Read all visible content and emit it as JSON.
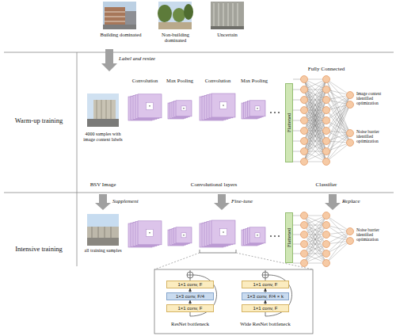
{
  "diagram": {
    "nodes": [
      {
        "text": [
          "Flattened"
        ]
      },
      {
        "text": [
          "Flattened"
        ]
      },
      {
        "text": [
          "1×1 conv, F"
        ]
      },
      {
        "text": [
          "1×3 conv, F/4"
        ]
      },
      {
        "text": [
          "1×1 conv, F"
        ]
      },
      {
        "text": [
          "1×1 conv, F"
        ]
      },
      {
        "text": [
          "1×3 conv, F/4 × k"
        ]
      },
      {
        "text": [
          "1×1 conv, F"
        ]
      }
    ],
    "edges": [
      {
        "from": 4,
        "to": 3,
        "arrow": "to"
      },
      {
        "from": 3,
        "to": 2,
        "arrow": "to"
      },
      {
        "from": 7,
        "to": 6,
        "arrow": "to"
      },
      {
        "from": 6,
        "to": 5,
        "arrow": "to"
      }
    ],
    "labels": [
      "Building dominated",
      "Non-building dominated",
      "Uncertain",
      "Warm-up training",
      "Intensive training",
      "Label and resize",
      "Convolution",
      "Max Pooling",
      "Convolution",
      "Max Pooling",
      "Fully Connected",
      "4000 samples with image context labels",
      "Image context identified optimization",
      "Noise barrier identified optimization",
      "BSV Image",
      "Convolutional layers",
      "Classifier",
      "Supplement",
      "Fine-tune",
      "Replace",
      "all training samples",
      "Noise barrier identified optimization",
      "ResNet bottleneck",
      "Wide ResNet bottleneck"
    ]
  }
}
